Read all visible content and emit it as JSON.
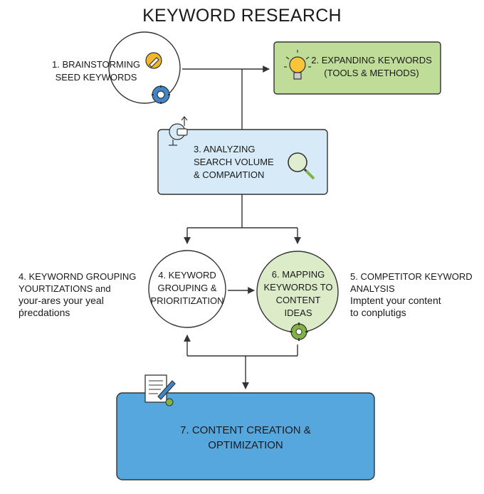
{
  "title": "KEYWORD RESEARCH",
  "colors": {
    "green_box": "#bfdc99",
    "blue_box": "#d6ebf7",
    "dark_blue_box": "#57a7df",
    "light_green_circle": "#dcecc8",
    "line": "#333333"
  },
  "nodes": {
    "n1": {
      "lines": [
        "1. BRAINSTORMING",
        "SEED KEYWORDS"
      ],
      "icons": [
        "pencil-icon",
        "gear-icon"
      ]
    },
    "n2": {
      "lines": [
        "2. EXPANDING KEYWORDS",
        "(TOOLS & METHODS)"
      ],
      "icons": [
        "lightbulb-icon"
      ]
    },
    "n3": {
      "lines": [
        "3. ANALYZING",
        "SEARCH VOLUME",
        "& COMPAИTION"
      ],
      "icons": [
        "lightbulb-upload-icon",
        "magnifier-icon"
      ]
    },
    "n4": {
      "lines": [
        "4. KEYWORD",
        "GROUPING &",
        "PRIORITIZATION"
      ]
    },
    "n6": {
      "lines": [
        "6. MAPPING",
        "KEYWORDS TO",
        "CONTENT",
        "IDEAS"
      ],
      "icons": [
        "gear-check-icon"
      ]
    },
    "n7": {
      "lines": [
        "7. CONTENT CREATION &",
        "OPTIMIZATION"
      ],
      "icons": [
        "document-pen-icon"
      ]
    }
  },
  "left_note": {
    "lines": [
      "4. KEYWORND GROUPING",
      "YOURTIZATIONS and",
      "your-ares your yeal",
      "ṕrecdations"
    ]
  },
  "right_note": {
    "lines": [
      "5. COMPETITOR KEYWORD",
      "ANALYSIS",
      "Imptent your content",
      "to conplutigs"
    ]
  }
}
